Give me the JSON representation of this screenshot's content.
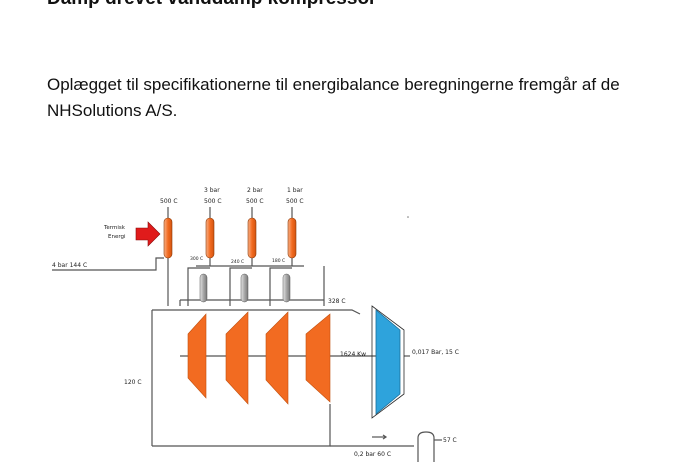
{
  "document": {
    "heading": "Damp drevet vanddamp kompressor",
    "paragraph_line1": "Oplægget til specifikationerne til energibalance beregningerne fremgår af de",
    "paragraph_line2": "NHSolutions A/S."
  },
  "diagram": {
    "heater_top_label": "500 C",
    "stage1_pressure": "3 bar",
    "stage1_temp": "500 C",
    "stage2_pressure": "2 bar",
    "stage2_temp": "500 C",
    "stage3_pressure": "1 bar",
    "stage3_temp": "500 C",
    "thermal_energy_line1": "Termisk",
    "thermal_energy_line2": "Energi",
    "inlet_label": "4 bar 144 C",
    "reheat1_temp": "300 C",
    "reheat2_temp": "240 C",
    "reheat3_temp": "180 C",
    "header_temp": "328 C",
    "power_label": "1624 Kw",
    "outlet_label": "0,017 Bar, 15 C",
    "left_temp": "120 C",
    "condensate_temp": "57 C",
    "bottom_label": "0,2 bar 60 C",
    "colors": {
      "turbine": "#F26B21",
      "compressor": "#2EA3DC",
      "heater": "#F58A4B",
      "hot_arrow": "#E01B1B",
      "recuperator": "#A8A8A8"
    }
  }
}
